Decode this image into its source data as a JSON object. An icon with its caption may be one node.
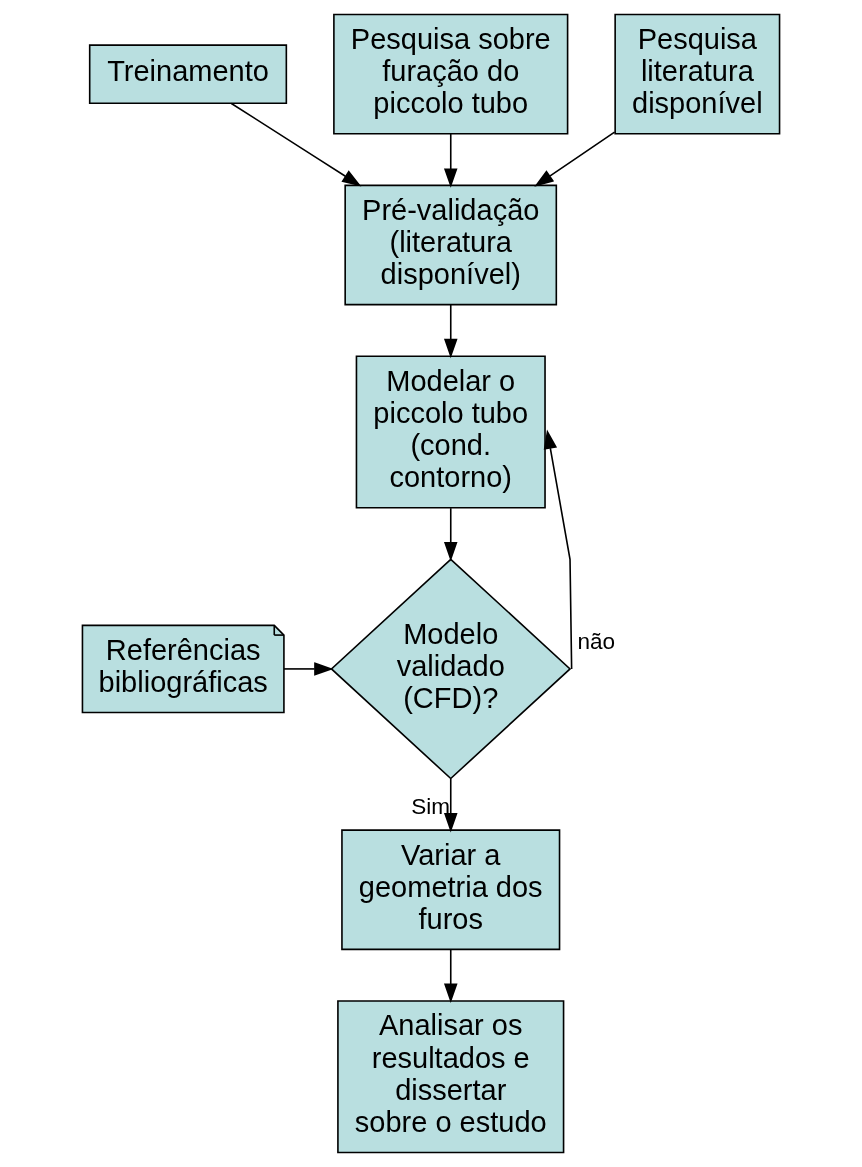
{
  "diagram": {
    "nodes": [
      {
        "text": [
          "Treinamento"
        ]
      },
      {
        "text": [
          "Pesquisa sobre furação do piccolo tubo"
        ]
      },
      {
        "text": [
          "Pesquisa literatura disponível"
        ]
      },
      {
        "text": [
          "Pré-validação (literatura disponível)"
        ]
      },
      {
        "text": [
          "Modelar o piccolo tubo (cond. contorno)"
        ]
      },
      {
        "text": [
          "Referências bibliográficas"
        ]
      },
      {
        "text": [
          "Modelo validado (CFD)?"
        ]
      },
      {
        "text": [
          "Variar a geometria dos furos"
        ]
      },
      {
        "text": [
          "Analisar os resultados e dissertar sobre o estudo"
        ]
      }
    ],
    "edges": [
      {
        "from": 0,
        "to": 3,
        "arrow": "to"
      },
      {
        "from": 1,
        "to": 3,
        "arrow": "to"
      },
      {
        "from": 2,
        "to": 3,
        "arrow": "to"
      },
      {
        "from": 3,
        "to": 4,
        "arrow": "to"
      },
      {
        "from": 4,
        "to": 6,
        "arrow": "to"
      },
      {
        "from": 5,
        "to": 6,
        "arrow": "to"
      },
      {
        "from": 6,
        "to": 4,
        "arrow": "to",
        "label": "não"
      },
      {
        "from": 6,
        "to": 7,
        "arrow": "to",
        "label": "Sim"
      },
      {
        "from": 7,
        "to": 8,
        "arrow": "to"
      }
    ]
  }
}
